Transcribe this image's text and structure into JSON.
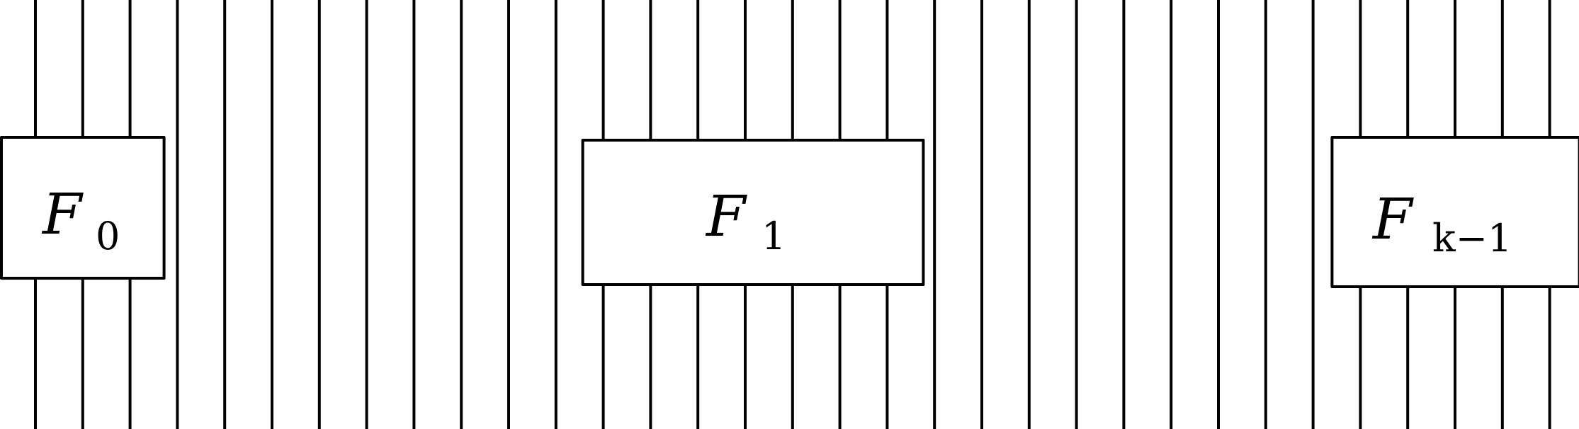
{
  "diagram": {
    "colors": {
      "stroke": "#000000",
      "background": "#ffffff"
    },
    "wire_count": 33,
    "blocks": [
      {
        "id": "f0",
        "symbol": "F",
        "subscript": "0",
        "first_wire": 0,
        "last_wire": 2
      },
      {
        "id": "f1",
        "symbol": "F",
        "subscript": "1",
        "first_wire": 12,
        "last_wire": 18
      },
      {
        "id": "fk1",
        "symbol": "F",
        "subscript": "k−1",
        "first_wire": 28,
        "last_wire": 32
      }
    ]
  }
}
